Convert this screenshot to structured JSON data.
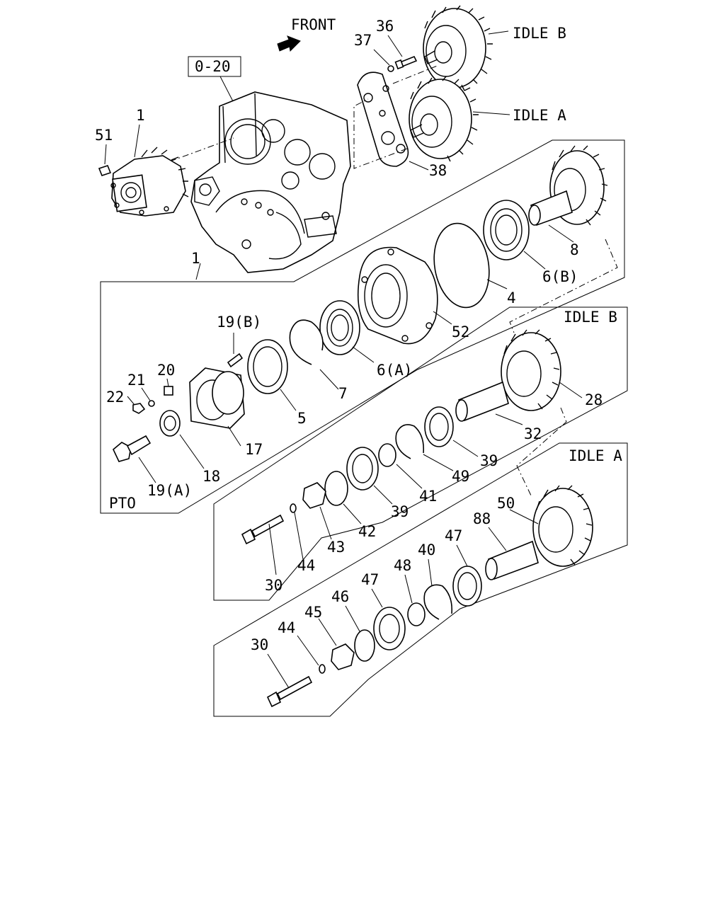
{
  "front_label": "FRONT",
  "ref_box": "0-20",
  "sections": {
    "pto": "PTO",
    "idle_b_header": "IDLE B",
    "idle_a_header": "IDLE A",
    "idle_b_top": "IDLE B",
    "idle_a_top": "IDLE A"
  },
  "callouts": [
    {
      "id": "c36",
      "text": "36"
    },
    {
      "id": "c37",
      "text": "37"
    },
    {
      "id": "c38",
      "text": "38"
    },
    {
      "id": "c1a",
      "text": "1"
    },
    {
      "id": "c51",
      "text": "51"
    },
    {
      "id": "c1b",
      "text": "1"
    },
    {
      "id": "c8",
      "text": "8"
    },
    {
      "id": "c6b",
      "text": "6(B)"
    },
    {
      "id": "c4",
      "text": "4"
    },
    {
      "id": "c52",
      "text": "52"
    },
    {
      "id": "c6a",
      "text": "6(A)"
    },
    {
      "id": "c7",
      "text": "7"
    },
    {
      "id": "c5",
      "text": "5"
    },
    {
      "id": "c19b",
      "text": "19(B)"
    },
    {
      "id": "c20",
      "text": "20"
    },
    {
      "id": "c21",
      "text": "21"
    },
    {
      "id": "c22",
      "text": "22"
    },
    {
      "id": "c17",
      "text": "17"
    },
    {
      "id": "c18",
      "text": "18"
    },
    {
      "id": "c19a",
      "text": "19(A)"
    },
    {
      "id": "c28",
      "text": "28"
    },
    {
      "id": "c32",
      "text": "32"
    },
    {
      "id": "c39a",
      "text": "39"
    },
    {
      "id": "c49",
      "text": "49"
    },
    {
      "id": "c41",
      "text": "41"
    },
    {
      "id": "c39b",
      "text": "39"
    },
    {
      "id": "c42",
      "text": "42"
    },
    {
      "id": "c43",
      "text": "43"
    },
    {
      "id": "c44a",
      "text": "44"
    },
    {
      "id": "c30a",
      "text": "30"
    },
    {
      "id": "c50",
      "text": "50"
    },
    {
      "id": "c88",
      "text": "88"
    },
    {
      "id": "c47a",
      "text": "47"
    },
    {
      "id": "c40",
      "text": "40"
    },
    {
      "id": "c48",
      "text": "48"
    },
    {
      "id": "c47b",
      "text": "47"
    },
    {
      "id": "c46",
      "text": "46"
    },
    {
      "id": "c45",
      "text": "45"
    },
    {
      "id": "c44b",
      "text": "44"
    },
    {
      "id": "c30b",
      "text": "30"
    }
  ]
}
